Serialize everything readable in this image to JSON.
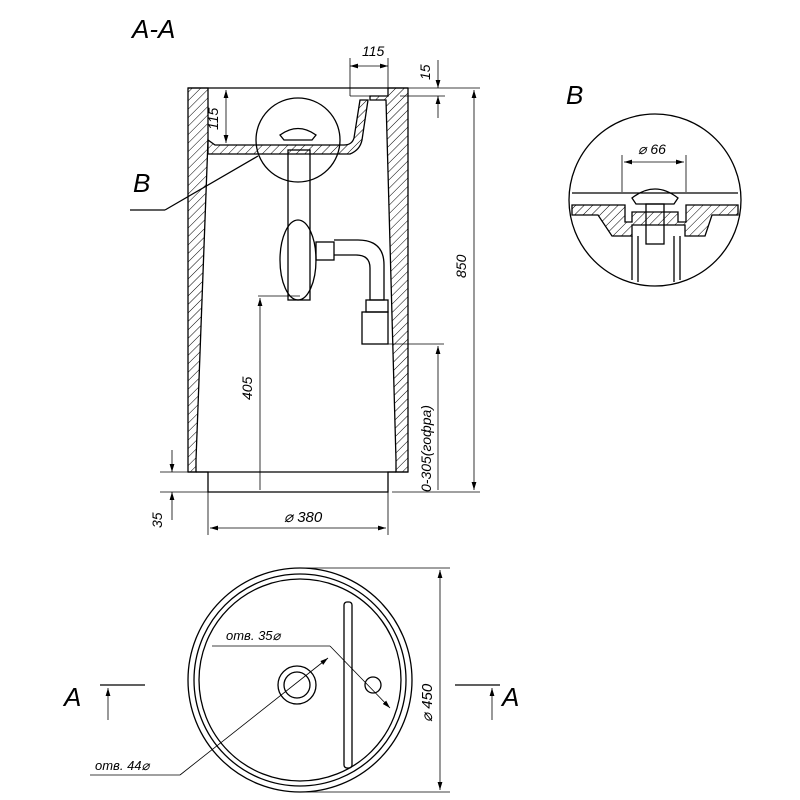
{
  "section": {
    "title": "A-A",
    "dims": {
      "top_width": "115",
      "top_offset": "15",
      "bowl_depth": "115",
      "height_total": "850",
      "drain_height": "405",
      "corrugated": "0-305(гофра)",
      "plinth": "35",
      "base_diameter": "⌀ 380"
    },
    "detail_label": "B"
  },
  "detail": {
    "title": "B",
    "diameter": "⌀ 66"
  },
  "plan": {
    "hole_35": "отв. 35⌀",
    "hole_44": "отв. 44⌀",
    "diameter": "⌀ 450",
    "cut_left": "A",
    "cut_right": "A"
  }
}
